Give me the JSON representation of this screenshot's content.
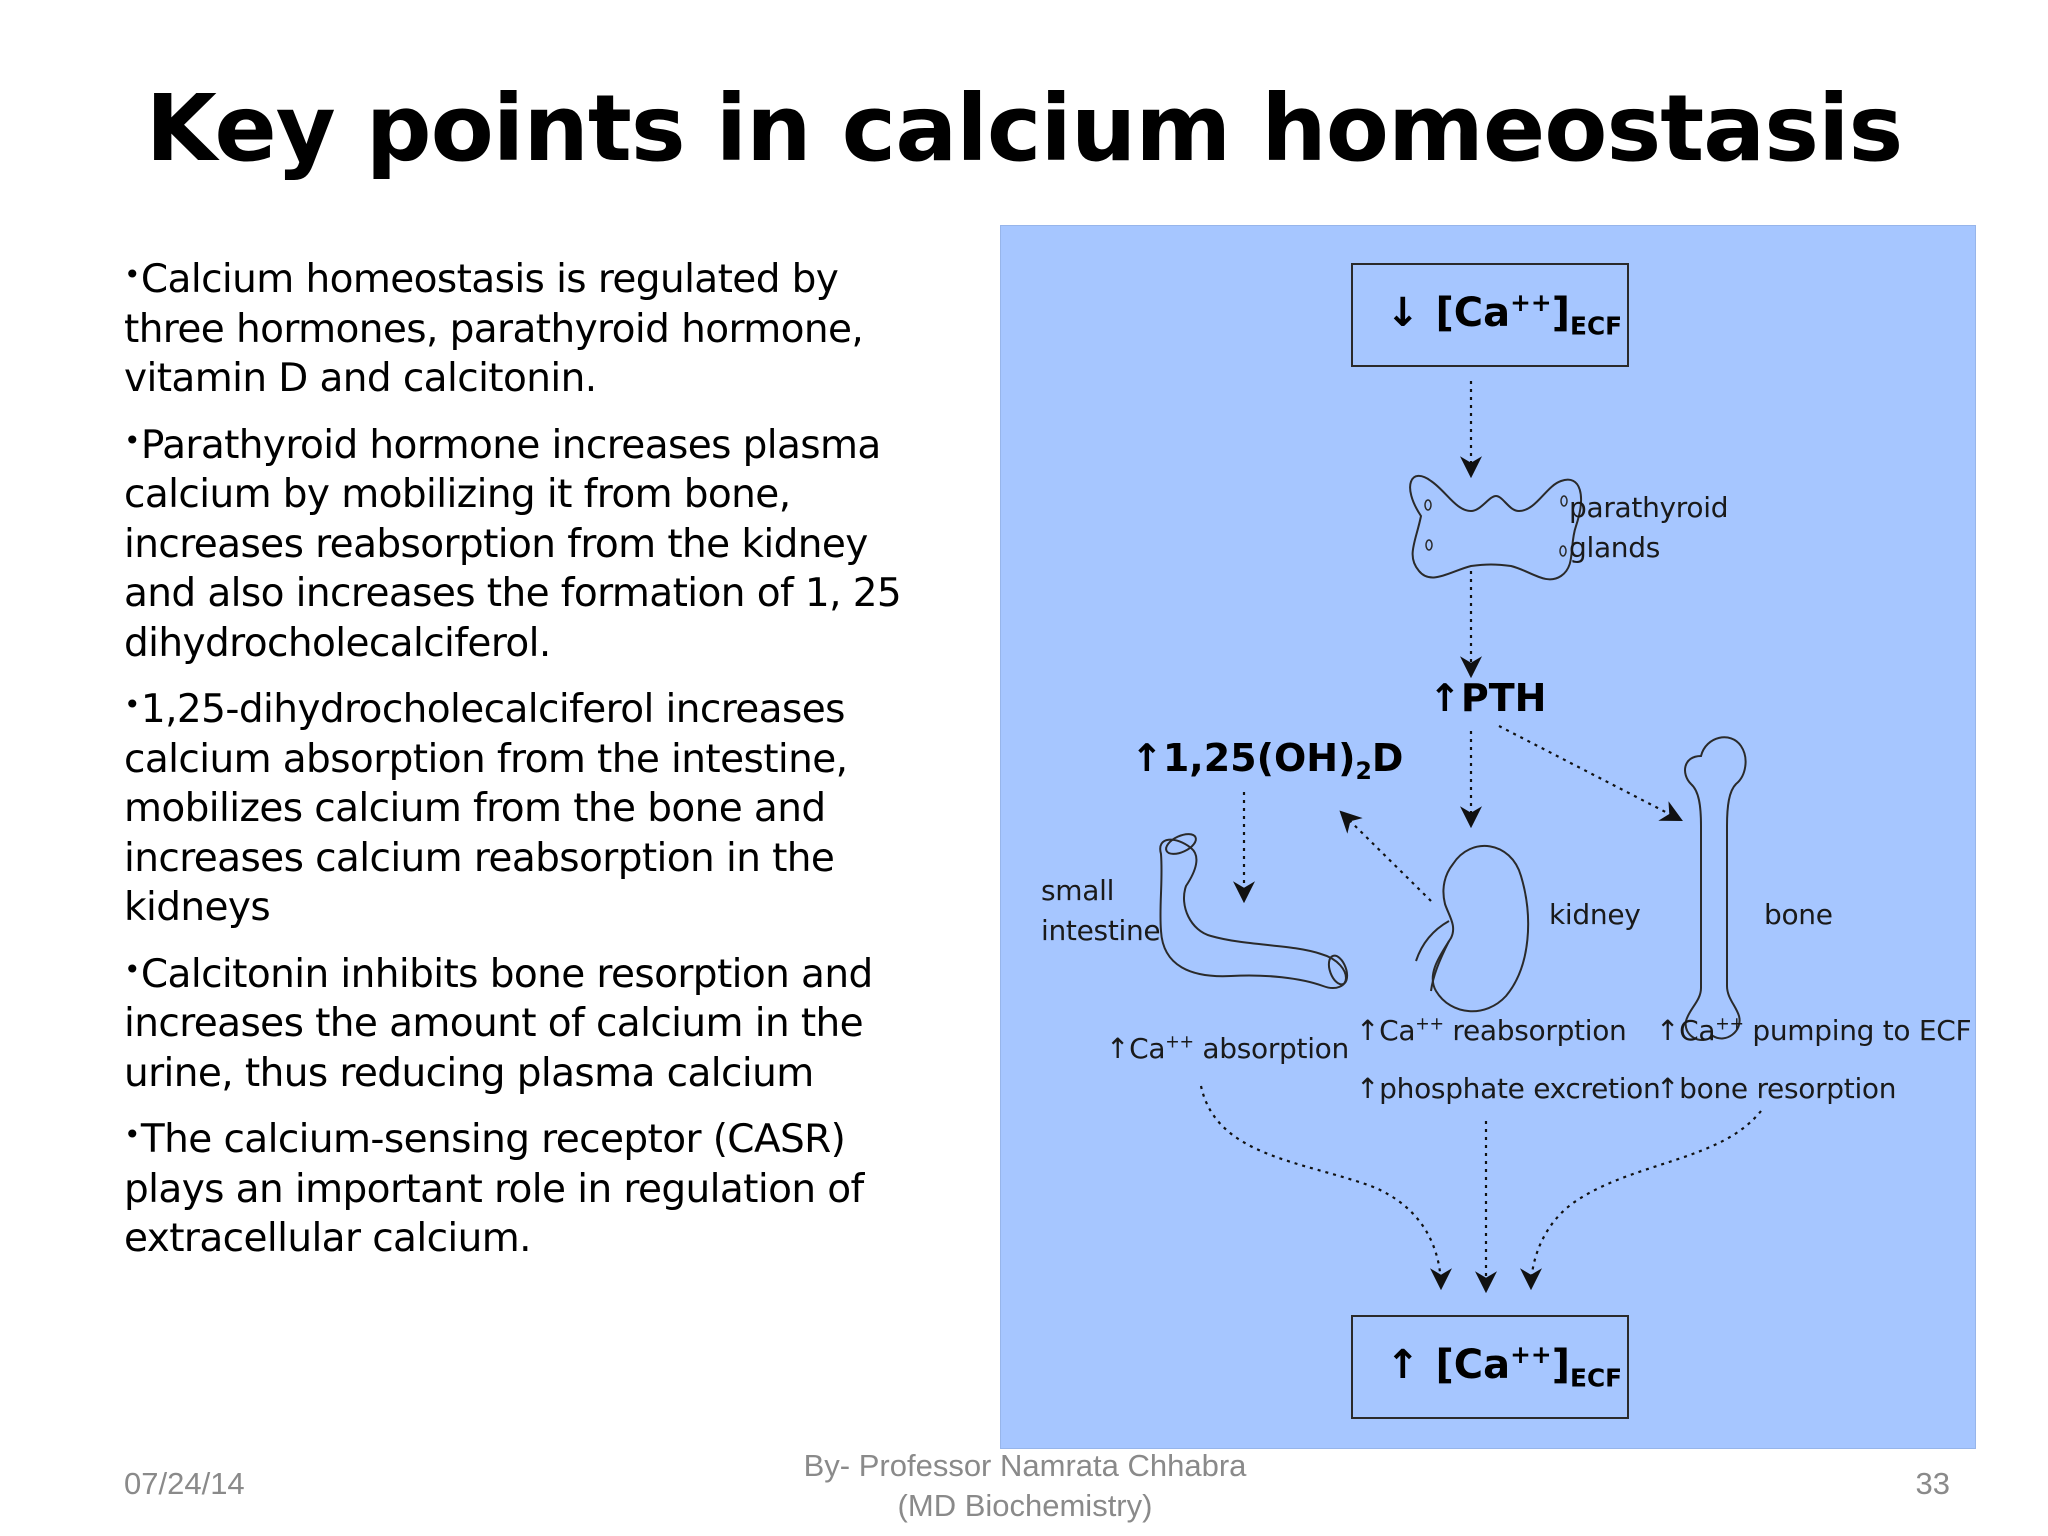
{
  "title": "Key points in calcium homeostasis",
  "bullets": [
    "Calcium homeostasis is regulated by three hormones, parathyroid hormone, vitamin D and calcitonin.",
    "Parathyroid hormone increases plasma calcium by mobilizing it from bone, increases reabsorption from the kidney and also increases the formation of 1, 25 dihydrocholecalciferol.",
    "1,25-dihydrocholecalciferol increases calcium absorption from the intestine, mobilizes calcium from the bone and increases calcium reabsorption in the kidneys",
    "Calcitonin inhibits bone resorption and increases the amount of calcium in the urine, thus reducing plasma calcium",
    "The calcium-sensing receptor (CASR) plays an important role in regulation of extracellular calcium."
  ],
  "bullet_glyph": "•",
  "diagram": {
    "top_box": {
      "arrow": "↓",
      "label": "[Ca",
      "charge": "++",
      "close": "]",
      "subscript": "ECF"
    },
    "bottom_box": {
      "arrow": "↑",
      "label": "[Ca",
      "charge": "++",
      "close": "]",
      "subscript": "ECF"
    },
    "parathyroid_label": [
      "parathyroid",
      "glands"
    ],
    "pth_label": "PTH",
    "vitd_label": {
      "text": "1,25(OH)",
      "subscript": "2",
      "suffix": "D"
    },
    "up_glyph": "↑",
    "small_intestine_label": [
      "small",
      "intestine"
    ],
    "kidney_label": "kidney",
    "bone_label": "bone",
    "ca": "Ca",
    "ca_charge": "++",
    "effects": {
      "intestine": "absorption",
      "kidney_1": "reabsorption",
      "kidney_2": "phosphate excretion",
      "bone_1": "pumping to ECF",
      "bone_2": "bone resorption"
    },
    "colors": {
      "background": "#a6c6ff",
      "stroke": "#1a1a1a"
    }
  },
  "footer": {
    "date": "07/24/14",
    "author_line1": "By- Professor Namrata Chhabra",
    "author_line2": "(MD Biochemistry)",
    "page_number": "33"
  }
}
